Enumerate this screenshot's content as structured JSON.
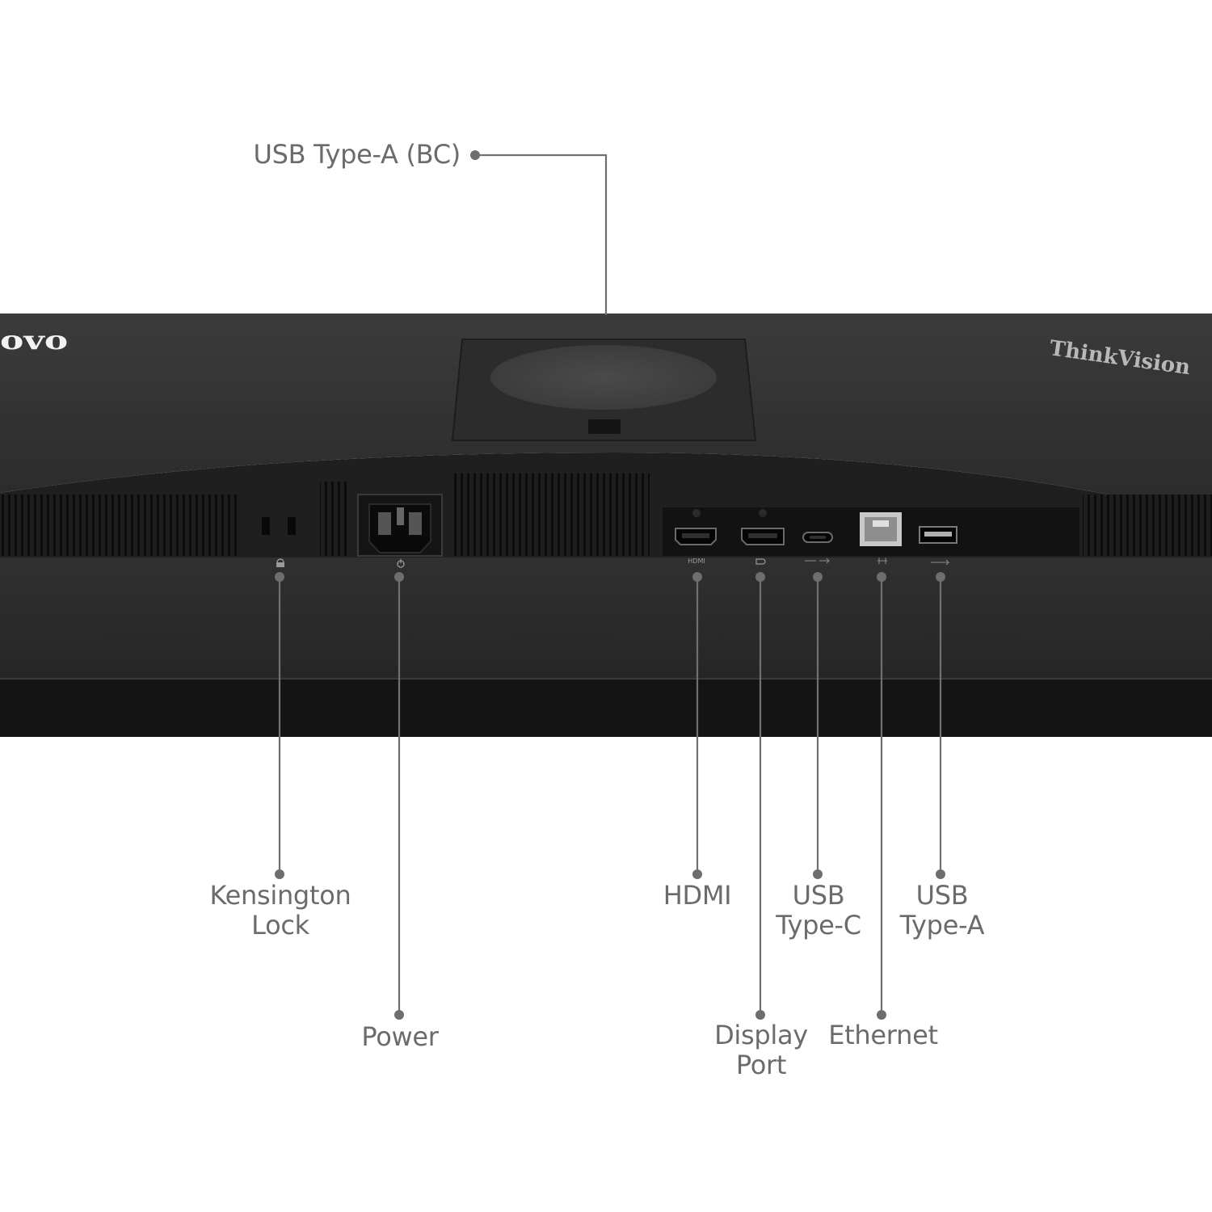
{
  "callouts": {
    "usb_type_a_bc": "USB Type-A (BC)",
    "kensington_lock": [
      "Kensington",
      "Lock"
    ],
    "power": "Power",
    "hdmi": "HDMI",
    "display_port": [
      "Display",
      "Port"
    ],
    "usb_type_c": [
      "USB",
      "Type-C"
    ],
    "ethernet": "Ethernet",
    "usb_type_a": [
      "USB",
      "Type-A"
    ]
  },
  "device": {
    "brand_logo": "ovo",
    "product_logo": "ThinkVision",
    "port_marks": {
      "hdmi": "HDMI"
    }
  },
  "colors": {
    "callout_text": "#6b6b6b",
    "leader_line": "#707070",
    "chassis": "#2d2d2d",
    "background": "#ffffff"
  },
  "icons": [
    "lock-icon",
    "power-icon",
    "hdmi-port-icon",
    "displayport-icon",
    "usb-c-port-icon",
    "ethernet-port-icon",
    "usb-a-port-icon"
  ]
}
